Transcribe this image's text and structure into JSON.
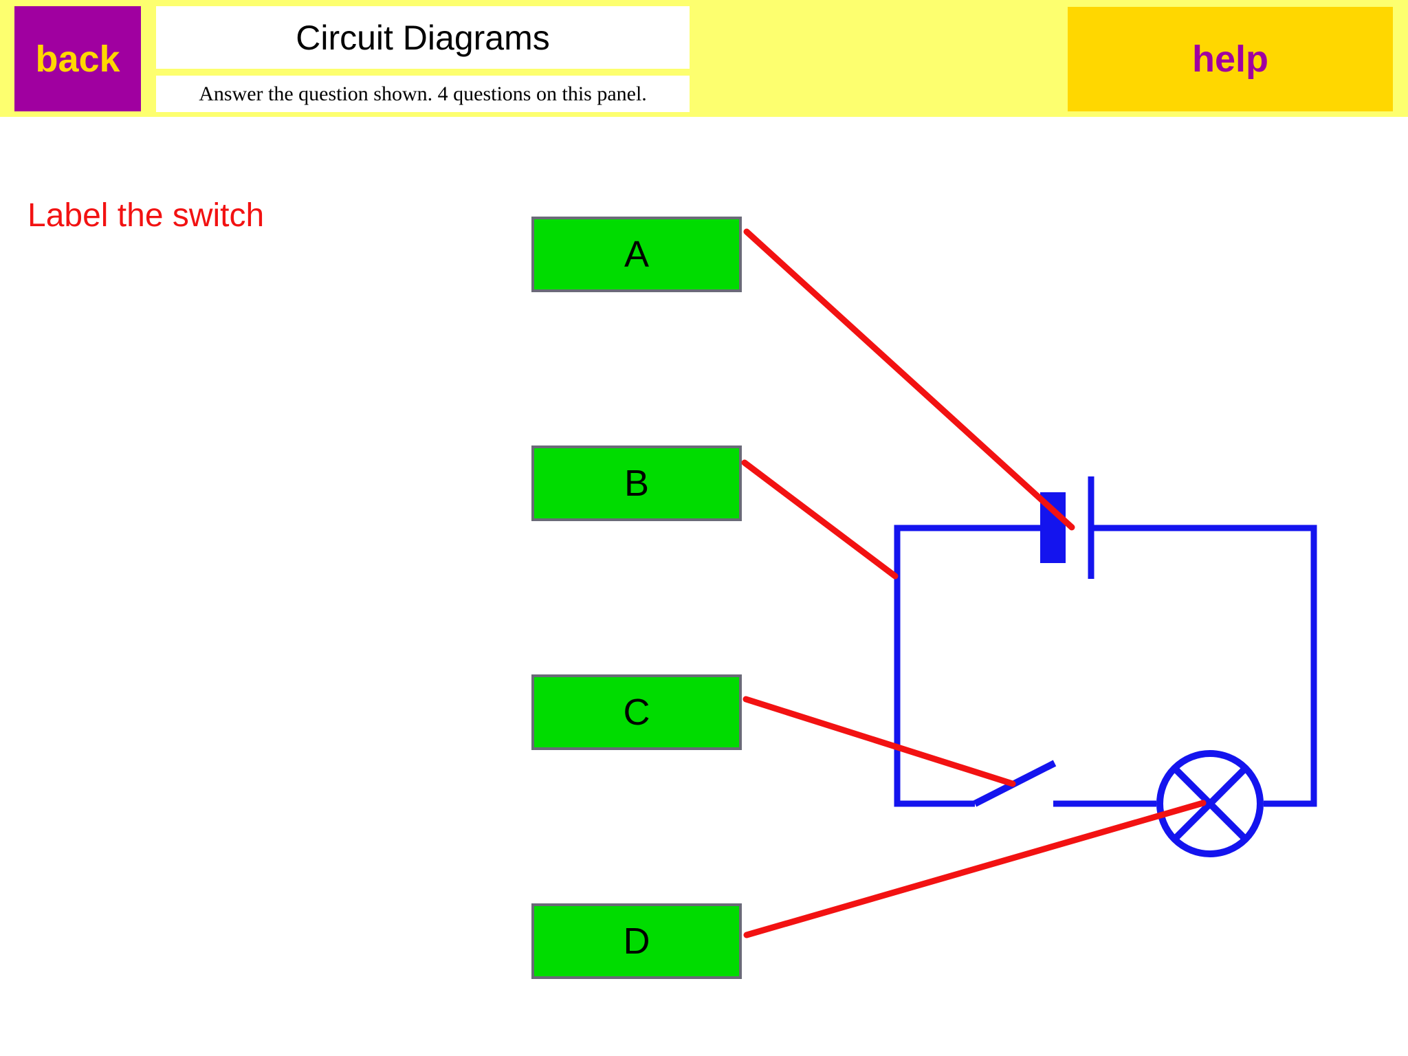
{
  "header": {
    "title": "Circuit Diagrams",
    "subtitle": "Answer the question shown. 4 questions on this panel.",
    "back_button": "back",
    "help_button": "help"
  },
  "question": {
    "prompt": "Label the switch"
  },
  "answers": [
    {
      "label": "A",
      "points_to": "battery-cell"
    },
    {
      "label": "B",
      "points_to": "connecting-wire"
    },
    {
      "label": "C",
      "points_to": "open-switch"
    },
    {
      "label": "D",
      "points_to": "lamp"
    }
  ],
  "diagram": {
    "type": "series-circuit",
    "components": [
      "battery-cell",
      "open-switch",
      "lamp"
    ]
  },
  "colors": {
    "header_bg": "#fdff6f",
    "back_bg": "#a000a0",
    "back_fg": "#ffd700",
    "help_bg": "#ffd700",
    "help_fg": "#a000a0",
    "prompt_fg": "#f21212",
    "answer_bg": "#00dc00",
    "answer_border": "#6a6a78",
    "wire": "#1414ee",
    "leader_line": "#f21212"
  }
}
